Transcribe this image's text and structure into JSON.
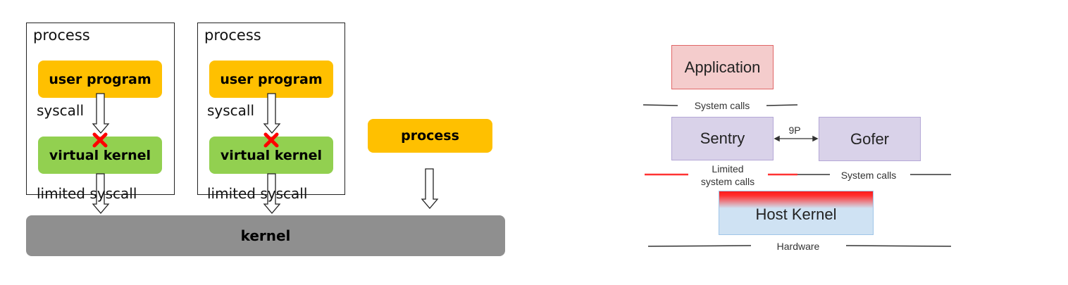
{
  "left": {
    "processes": [
      {
        "label": "process",
        "user_program": "user program",
        "syscall": "syscall",
        "virtual_kernel": "virtual kernel",
        "limited_syscall": "limited syscall"
      },
      {
        "label": "process",
        "user_program": "user program",
        "syscall": "syscall",
        "virtual_kernel": "virtual kernel",
        "limited_syscall": "limited syscall"
      }
    ],
    "plain_process": "process",
    "kernel": "kernel",
    "colors": {
      "user_program": "#FFC000",
      "virtual_kernel": "#92D050",
      "kernel": "#8F8F8F",
      "block": "#FF0000"
    }
  },
  "right": {
    "application": "Application",
    "system_calls_top": "System calls",
    "sentry": "Sentry",
    "gofer": "Gofer",
    "protocol": "9P",
    "limited_line1": "Limited",
    "limited_line2": "system calls",
    "system_calls_gofer": "System calls",
    "host_kernel": "Host Kernel",
    "hardware": "Hardware",
    "colors": {
      "application": "#F4CCCC",
      "sentry": "#D9D2E9",
      "host_kernel": "#CFE2F3",
      "limited": "#FF3333"
    }
  }
}
